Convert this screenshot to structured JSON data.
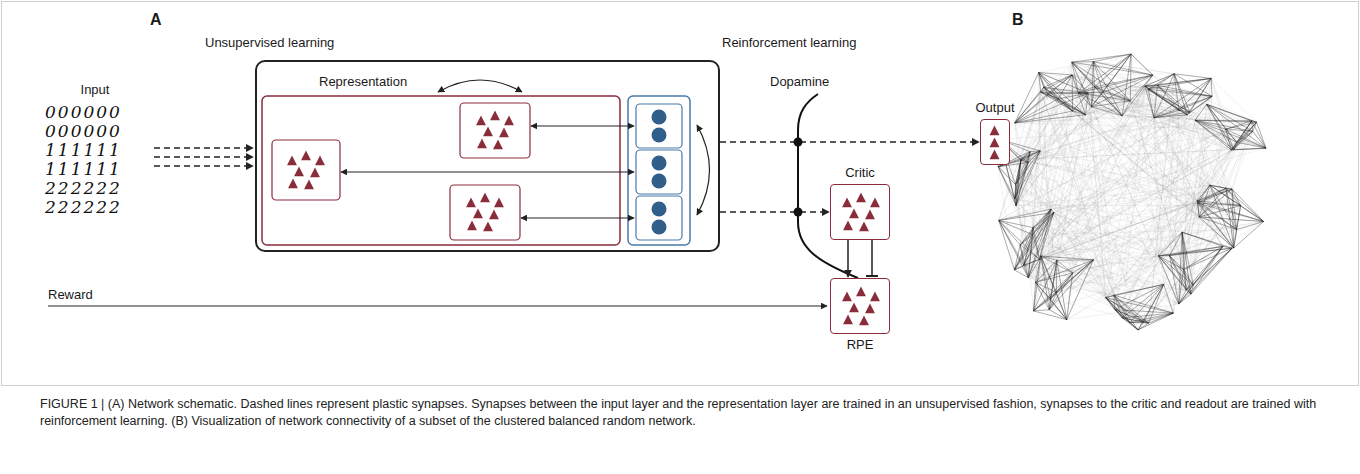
{
  "diagram": {
    "caption": "FIGURE 1 | (A) Network schematic. Dashed lines represent plastic synapses. Synapses between the input layer and the representation layer are trained in an unsupervised fashion, synapses to the critic and readout are trained with reinforcement learning. (B) Visualization of network connectivity of a subset of the clustered balanced random network.",
    "nodes": [
      {
        "text": [
          "Input"
        ]
      },
      {
        "text": [
          "Representation"
        ]
      },
      {
        "text": [
          "Output"
        ]
      },
      {
        "text": [
          "Critic"
        ]
      },
      {
        "text": [
          "RPE"
        ]
      }
    ],
    "edges": [
      {
        "from": 0,
        "to": 1,
        "arrow": "to"
      },
      {
        "from": 1,
        "to": 2,
        "arrow": "to"
      },
      {
        "from": 1,
        "to": 3,
        "arrow": "to"
      },
      {
        "from": 3,
        "to": 4,
        "arrow": "to"
      },
      {
        "from": 3,
        "to": 4,
        "arrow": "none"
      }
    ],
    "labels": [
      "A",
      "Unsupervised learning",
      "Reinforcement learning",
      "Dopamine",
      "Reward",
      "B",
      "000000",
      "000000",
      "111111",
      "111111",
      "222222",
      "222222"
    ]
  }
}
